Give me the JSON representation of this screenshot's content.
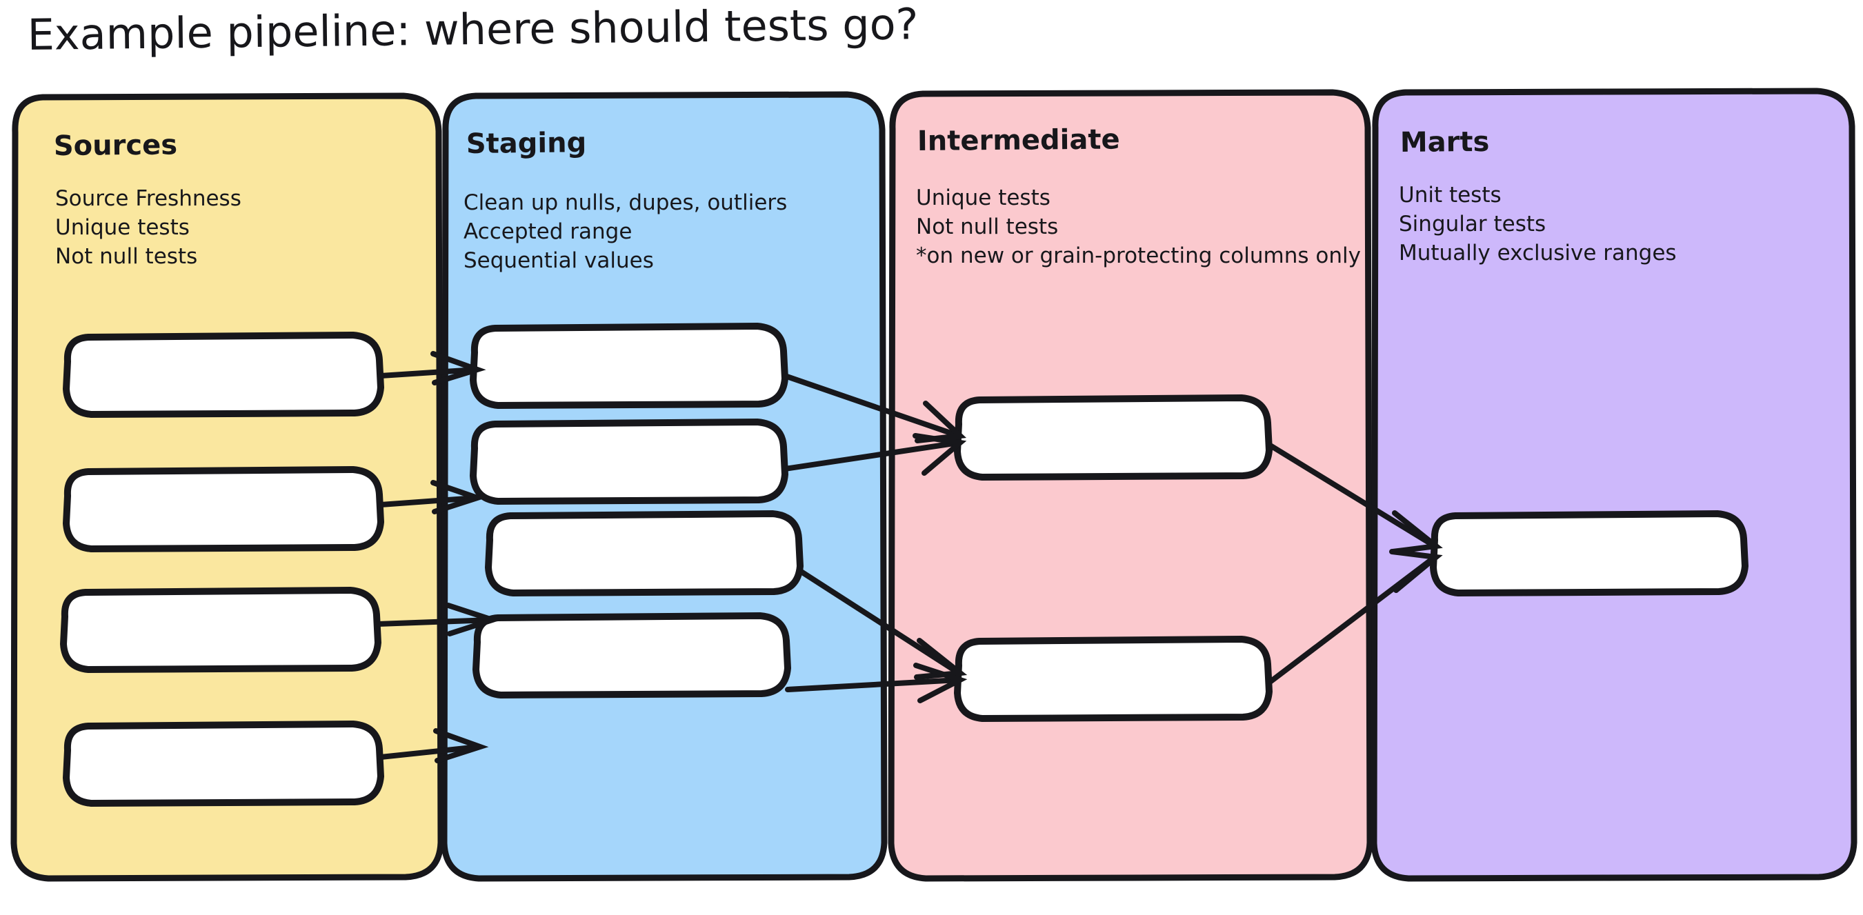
{
  "title": "Example pipeline: where should tests go?",
  "colors": {
    "sources_bg": "#fae79f",
    "staging_bg": "#a5d6fb",
    "intermediate_bg": "#fbc9ce",
    "marts_bg": "#cdb8fb",
    "stroke": "#17171b",
    "node_fill": "#ffffff",
    "canvas": "#ffffff"
  },
  "columns": [
    {
      "id": "sources",
      "heading": "Sources",
      "notes": [
        "Source Freshness",
        "Unique tests",
        "Not null tests"
      ],
      "nodes": [
        "",
        "",
        "",
        ""
      ]
    },
    {
      "id": "staging",
      "heading": "Staging",
      "notes": [
        "Clean up nulls, dupes, outliers",
        "Accepted range",
        "Sequential values"
      ],
      "nodes": [
        "",
        "",
        "",
        ""
      ]
    },
    {
      "id": "intermediate",
      "heading": "Intermediate",
      "notes": [
        "Unique tests",
        "Not null tests",
        "*on new or grain-protecting columns only"
      ],
      "nodes": [
        "",
        ""
      ]
    },
    {
      "id": "marts",
      "heading": "Marts",
      "notes": [
        "Unit tests",
        "Singular tests",
        "Mutually exclusive ranges"
      ],
      "nodes": [
        ""
      ]
    }
  ],
  "edges": [
    {
      "from": "sources-node-1",
      "to": "staging-node-1"
    },
    {
      "from": "sources-node-2",
      "to": "staging-node-2"
    },
    {
      "from": "sources-node-3",
      "to": "staging-node-3"
    },
    {
      "from": "sources-node-4",
      "to": "staging-node-4"
    },
    {
      "from": "staging-node-1",
      "to": "intermediate-node-1"
    },
    {
      "from": "staging-node-2",
      "to": "intermediate-node-1"
    },
    {
      "from": "staging-node-3",
      "to": "intermediate-node-2"
    },
    {
      "from": "staging-node-4",
      "to": "intermediate-node-2"
    },
    {
      "from": "intermediate-node-1",
      "to": "marts-node-1"
    },
    {
      "from": "intermediate-node-2",
      "to": "marts-node-1"
    }
  ]
}
